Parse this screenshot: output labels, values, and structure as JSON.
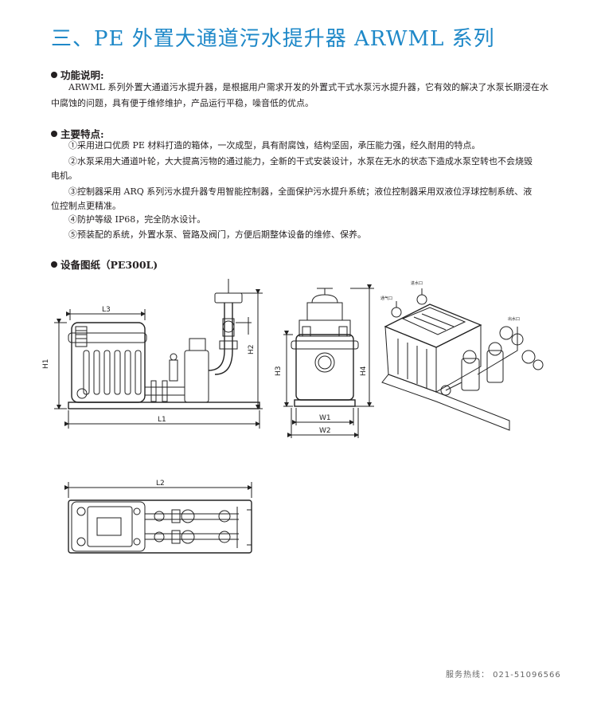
{
  "title": "三、PE 外置大通道污水提升器 ARWML 系列",
  "function_section": {
    "heading": "功能说明:",
    "text": "ARWML 系列外置大通道污水提升器，是根据用户需求开发的外置式干式水泵污水提升器，它有效的解决了水泵长期浸在水中腐蚀的问题，具有便于维修维护，产品运行平稳，噪音低的优点。"
  },
  "features_section": {
    "heading": "主要特点:",
    "items": [
      {
        "line1": "①采用进口优质 PE 材料打造的箱体，一次成型，具有耐腐蚀，结构坚固，承压能力强，经久耐用的特点。",
        "line2": ""
      },
      {
        "line1": "②水泵采用大通道叶轮，大大提高污物的通过能力，全新的干式安装设计，水泵在无水的状态下造成水泵空转也不会烧毁",
        "line2": "电机。"
      },
      {
        "line1": "③控制器采用 ARQ 系列污水提升器专用智能控制器，全面保护污水提升系统；液位控制器采用双液位浮球控制系统、液",
        "line2": "位控制点更精准。"
      },
      {
        "line1": "④防护等级 IP68，完全防水设计。",
        "line2": ""
      },
      {
        "line1": "⑤预装配的系统，外置水泵、管路及阀门，方便后期整体设备的维修、保养。",
        "line2": ""
      }
    ]
  },
  "drawing_section": {
    "heading": "设备图纸（PE300L)",
    "dims": {
      "l3": "L3",
      "h1": "H1",
      "h2": "H2",
      "l1": "L1",
      "h3": "H3",
      "h4": "H4",
      "w1": "W1",
      "w2": "W2",
      "l2": "L2"
    },
    "iso_labels": {
      "vent": "通气口",
      "inlet": "进水口",
      "outlet": "出水口"
    }
  },
  "hotline": "服务热线： 021-51096566"
}
